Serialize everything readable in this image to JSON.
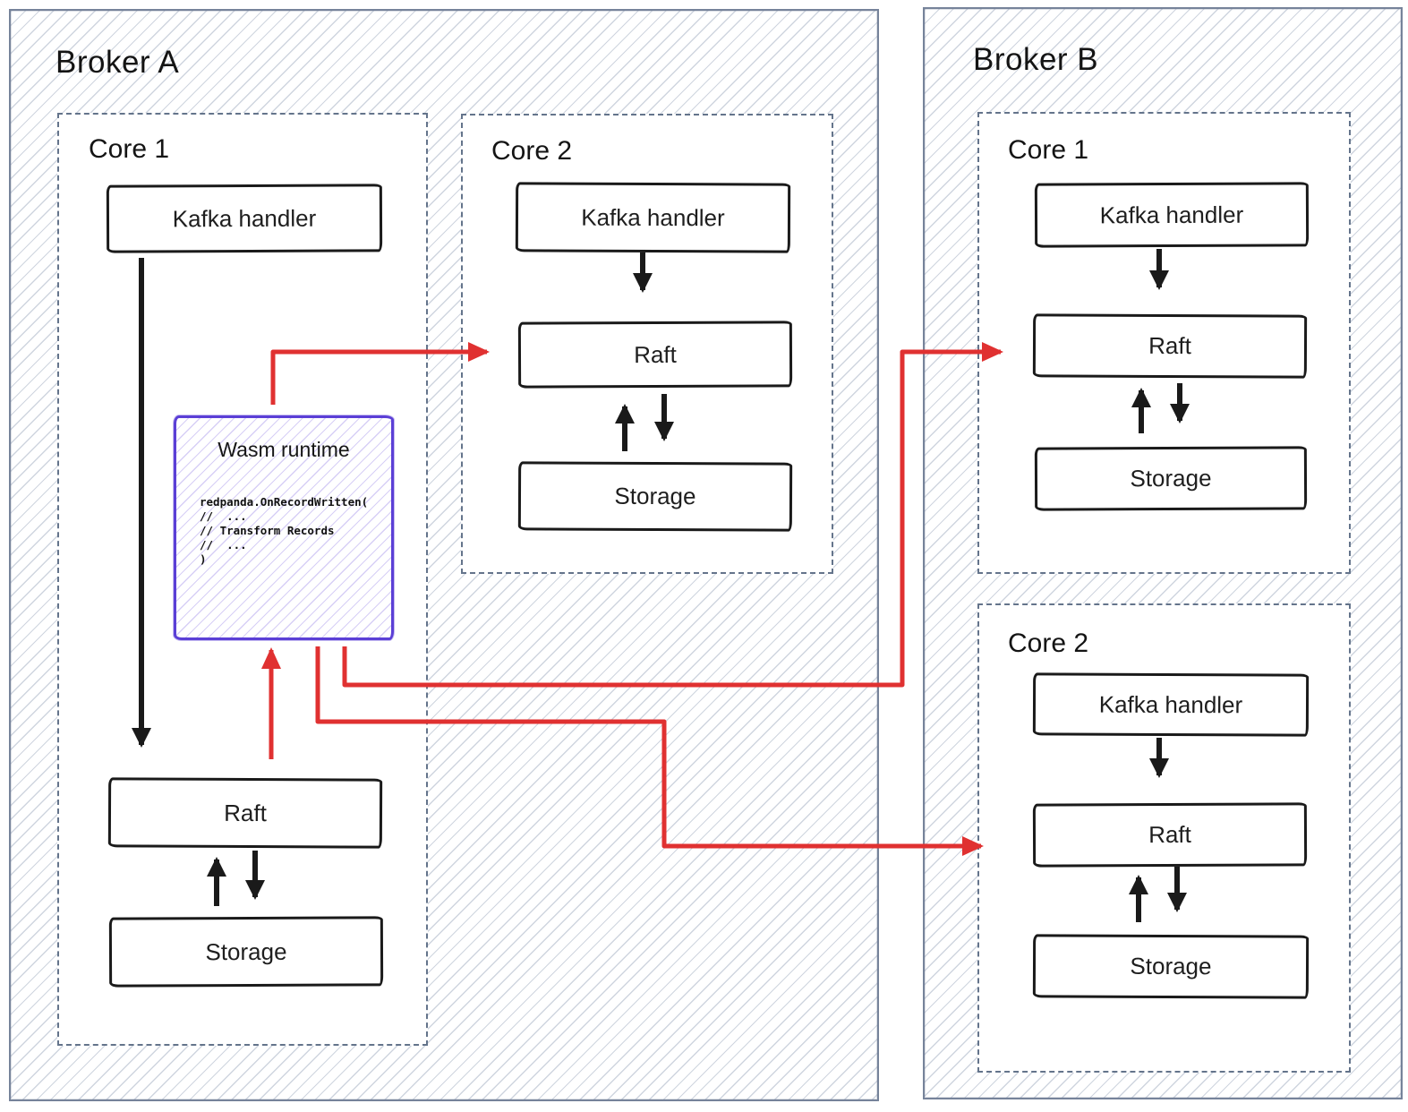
{
  "diagram": {
    "broker_a": {
      "label": "Broker A",
      "core1": {
        "label": "Core 1",
        "kafka": "Kafka handler",
        "raft": "Raft",
        "storage": "Storage",
        "wasm": {
          "title": "Wasm runtime",
          "code": "redpanda.OnRecordWritten(\n//  ...\n// Transform Records\n//  ...\n)"
        }
      },
      "core2": {
        "label": "Core 2",
        "kafka": "Kafka handler",
        "raft": "Raft",
        "storage": "Storage"
      }
    },
    "broker_b": {
      "label": "Broker B",
      "core1": {
        "label": "Core 1",
        "kafka": "Kafka handler",
        "raft": "Raft",
        "storage": "Storage"
      },
      "core2": {
        "label": "Core 2",
        "kafka": "Kafka handler",
        "raft": "Raft",
        "storage": "Storage"
      }
    },
    "colors": {
      "connector_red": "#e03131",
      "wasm_purple": "#5b3fd6",
      "broker_border": "#76839a",
      "core_border": "#64748b",
      "node_border": "#1a1a1a",
      "hatch_line": "#b9c3d2"
    }
  }
}
